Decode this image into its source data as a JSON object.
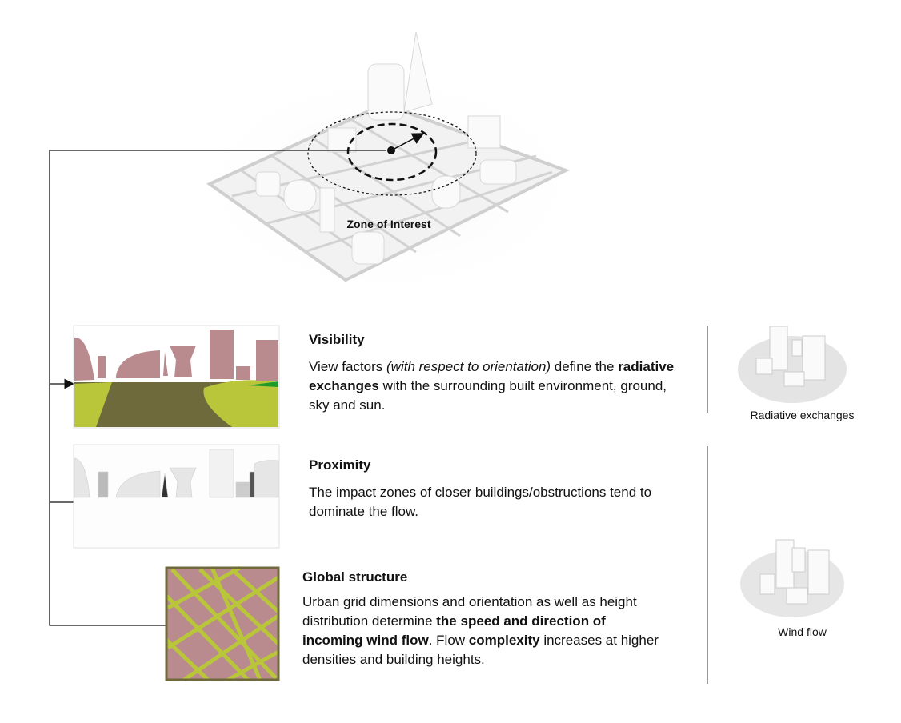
{
  "zone_label": "Zone of Interest",
  "sections": [
    {
      "title": "Visibility",
      "lines": [
        "View factors ",
        "(with respect to orientation)",
        " define the ",
        "radiative exchanges",
        " with the surrounding built environment, ground, sky and sun."
      ]
    },
    {
      "title": "Proximity",
      "lines": [
        "The impact zones of closer buildings/obstructions tend to dominate the flow."
      ]
    },
    {
      "title": "Global structure",
      "lines": [
        "Urban grid dimensions and orientation as well as height distribution determine ",
        "the speed and direction of incoming wind flow",
        ". Flow ",
        "complexity",
        " increases at higher densities and building heights."
      ]
    }
  ],
  "side_labels": {
    "radiative": "Radiative exchanges",
    "wind": "Wind flow"
  },
  "colors": {
    "building": "#b98a8e",
    "ground": "#6e6a3c",
    "grass": "#b9c63a",
    "line": "#111111"
  }
}
